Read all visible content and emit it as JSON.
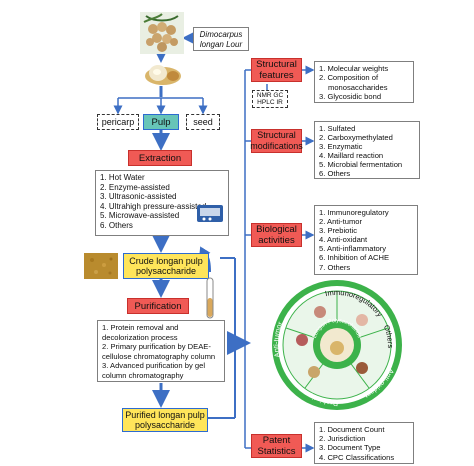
{
  "top": {
    "species_line1": "Dimocarpus",
    "species_line2": "longan Lour"
  },
  "parts": {
    "pericarp": "pericarp",
    "pulp": "Pulp",
    "seed": "seed"
  },
  "extraction": {
    "title": "Extraction",
    "methods": [
      "1. Hot Water",
      "2. Enzyme-assisted",
      "3. Ultrasonic-assisted",
      "4. Ultrahigh pressure-assisted",
      "5. Microwave-assisted",
      "6. Others"
    ]
  },
  "crude": {
    "line1": "Crude longan pulp",
    "line2": "polysaccharide"
  },
  "purification": {
    "title": "Purification",
    "steps": [
      "1. Protein removal and",
      "decolorization process",
      "2. Primary purification by DEAE-",
      "cellulose chromatography column",
      "3. Advanced purification by gel",
      "column chromatography"
    ]
  },
  "purified": {
    "line1": "Purified longan pulp",
    "line2": "polysaccharide"
  },
  "structural_features": {
    "title_line1": "Structural",
    "title_line2": "features",
    "techniques_line1": "NMR GC",
    "techniques_line2": "HPLC IR",
    "items": [
      "1. Molecular weights",
      "2. Composition of",
      "monosaccharides",
      "3. Glycosidic bond"
    ]
  },
  "structural_modifications": {
    "title_line1": "Structural",
    "title_line2": "modifications",
    "items": [
      "1. Sulfated",
      "2. Carboxymethylated",
      "3. Enzymatic",
      "4. Maillard reaction",
      "5. Microbial fermentation",
      "6. Others"
    ]
  },
  "biological_activities": {
    "title_line1": "Biological",
    "title_line2": "activities",
    "items": [
      "1. Immunoregulatory",
      "2. Anti-tumor",
      "3. Prebiotic",
      "4. Anti-oxidant",
      "5. Anti-inflammatory",
      "6. Inhibition of ACHE",
      "7. Others"
    ]
  },
  "wheel": {
    "center_label": "Longan Polysaccharide",
    "segments": [
      "Immunoregulatory",
      "Others",
      "Anti-oxidant",
      "Prebiotic",
      "Anti-tumor"
    ]
  },
  "patent": {
    "title_line1": "Patent",
    "title_line2": "Statistics",
    "items": [
      "1. Document Count",
      "2. Jurisdiction",
      "3. Document Type",
      "4. CPC Classifications"
    ]
  },
  "colors": {
    "red_header": "#f05a55",
    "yellow_box": "#ffe55a",
    "teal_box": "#67c5b8",
    "arrow_blue": "#3d6fc4",
    "wheel_green": "#3cb24a"
  }
}
